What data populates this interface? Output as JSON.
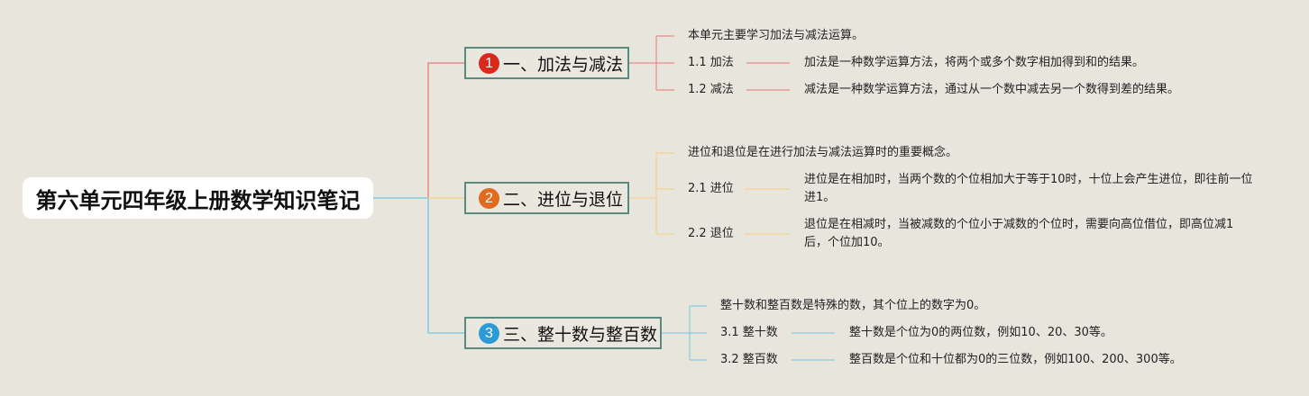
{
  "root": {
    "title": "第六单元四年级上册数学知识笔记"
  },
  "branches": [
    {
      "badge": "1",
      "badge_color": "#d9291c",
      "line_color": "#e98a86",
      "title": "一、加法与减法",
      "intro": "本单元主要学习加法与减法运算。",
      "items": [
        {
          "label": "1.1 加法",
          "desc": "加法是一种数学运算方法，将两个或多个数字相加得到和的结果。"
        },
        {
          "label": "1.2 减法",
          "desc": "减法是一种数学运算方法，通过从一个数中减去另一个数得到差的结果。"
        }
      ]
    },
    {
      "badge": "2",
      "badge_color": "#e06a1e",
      "line_color": "#f3d48a",
      "title": "二、进位与退位",
      "intro": "进位和退位是在进行加法与减法运算时的重要概念。",
      "items": [
        {
          "label": "2.1 进位",
          "desc": "进位是在相加时，当两个数的个位相加大于等于10时，十位上会产生进位，即往前一位进1。"
        },
        {
          "label": "2.2 退位",
          "desc": "退位是在相减时，当被减数的个位小于减数的个位时，需要向高位借位，即高位减1后，个位加10。"
        }
      ]
    },
    {
      "badge": "3",
      "badge_color": "#2a9bd6",
      "line_color": "#86cbe0",
      "title": "三、整十数与整百数",
      "intro": "整十数和整百数是特殊的数，其个位上的数字为0。",
      "items": [
        {
          "label": "3.1 整十数",
          "desc": "整十数是个位为0的两位数，例如10、20、30等。"
        },
        {
          "label": "3.2 整百数",
          "desc": "整百数是个位和十位都为0的三位数，例如100、200、300等。"
        }
      ]
    }
  ]
}
